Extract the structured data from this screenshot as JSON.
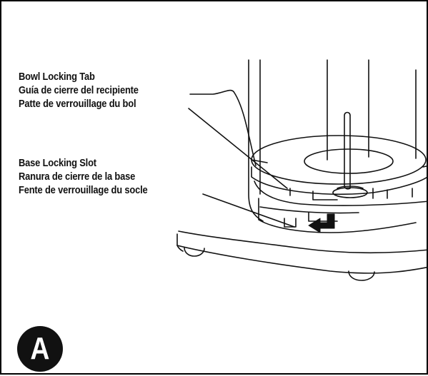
{
  "callouts": {
    "bowl_locking_tab": {
      "en": "Bowl Locking Tab",
      "es": "Guía de cierre del recipiente",
      "fr": "Patte de verrouillage du bol"
    },
    "base_locking_slot": {
      "en": "Base Locking Slot",
      "es": "Ranura de cierre de la base",
      "fr": "Fente de verrouillage du socle"
    }
  },
  "figure_letter": "A",
  "colors": {
    "line": "#111111",
    "badge_bg": "#111111",
    "badge_text": "#ffffff",
    "background": "#ffffff"
  }
}
